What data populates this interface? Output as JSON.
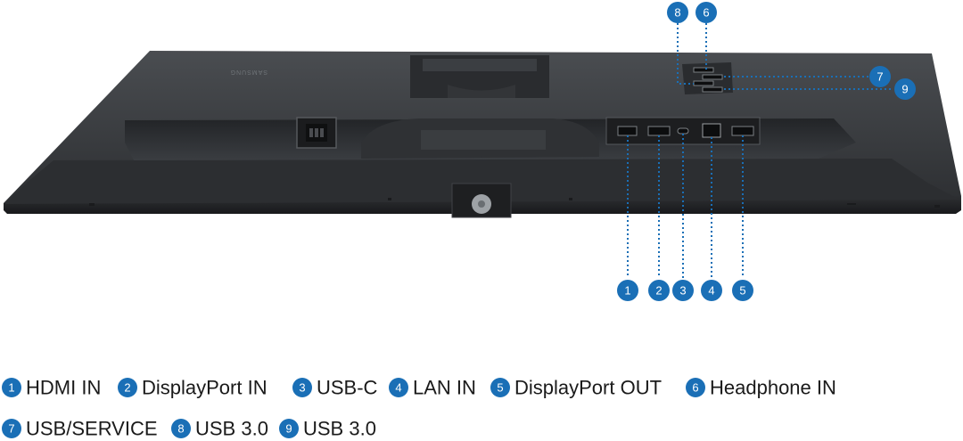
{
  "brand": "SAMSUNG",
  "accent_color": "#1a6fb6",
  "callouts": [
    "1",
    "2",
    "3",
    "4",
    "5",
    "6",
    "7",
    "8",
    "9"
  ],
  "legend": [
    {
      "num": "1",
      "label": "HDMI IN"
    },
    {
      "num": "2",
      "label": "DisplayPort IN"
    },
    {
      "num": "3",
      "label": "USB-C"
    },
    {
      "num": "4",
      "label": "LAN IN"
    },
    {
      "num": "5",
      "label": "DisplayPort OUT"
    },
    {
      "num": "6",
      "label": "Headphone IN"
    },
    {
      "num": "7",
      "label": "USB/SERVICE"
    },
    {
      "num": "8",
      "label": "USB 3.0"
    },
    {
      "num": "9",
      "label": "USB 3.0"
    }
  ]
}
